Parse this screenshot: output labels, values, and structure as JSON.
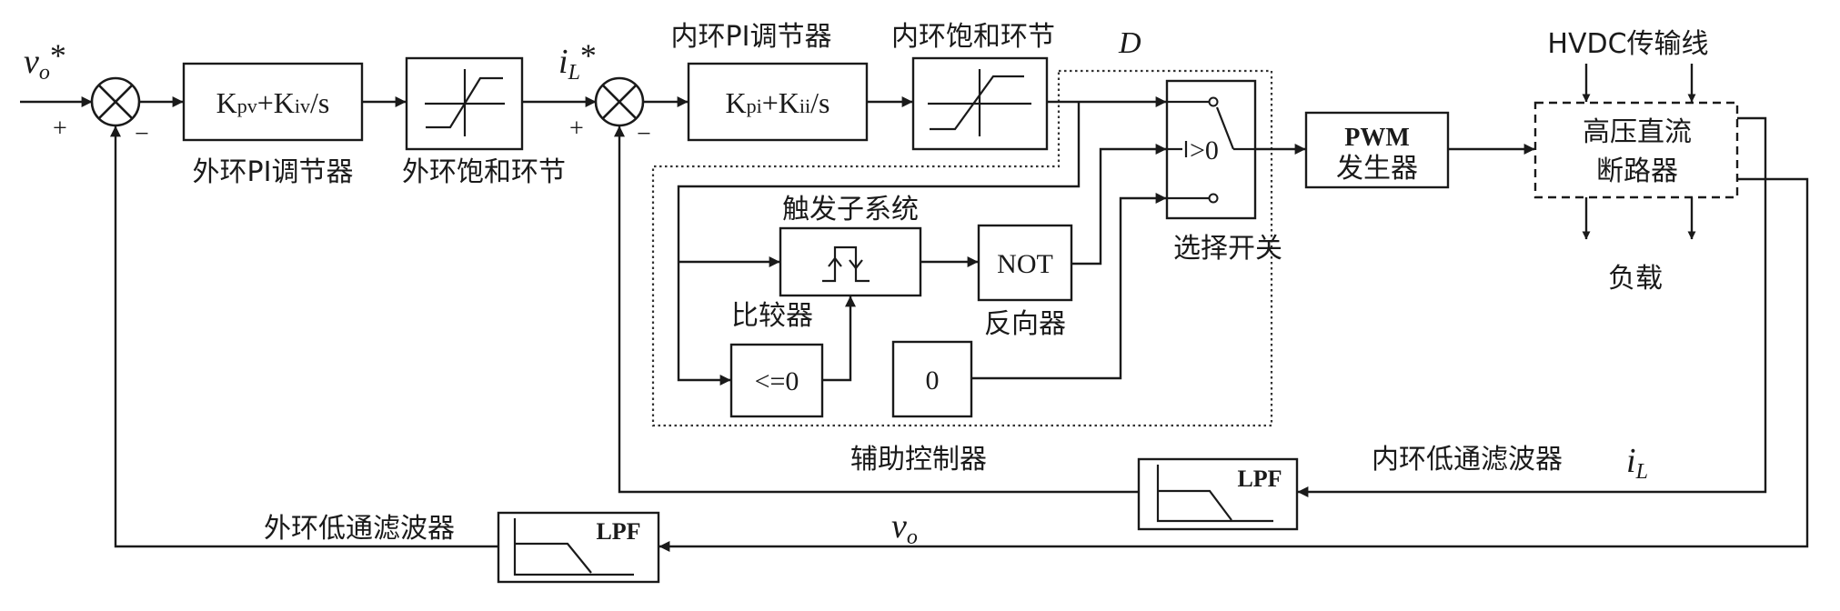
{
  "signals": {
    "vo_ref": "v",
    "vo_ref_sub": "o",
    "vo_ref_star": "*",
    "il_ref": "i",
    "il_ref_sub": "L",
    "il_ref_star": "*",
    "duty": "D",
    "vo_feedback": "v",
    "vo_feedback_sub": "o",
    "il_feedback": "i",
    "il_feedback_sub": "L"
  },
  "summing_junction_signs": {
    "outer_plus": "+",
    "outer_minus": "−",
    "inner_plus": "+",
    "inner_minus": "−"
  },
  "outer_pi": {
    "text_k1": "K",
    "text_sub1": "pv",
    "text_mid": "+K",
    "text_sub2": "iv",
    "text_tail": "/s",
    "label": "外环PI调节器"
  },
  "outer_saturation": {
    "label": "外环饱和环节"
  },
  "inner_pi": {
    "text_k1": "K",
    "text_sub1": "pi",
    "text_mid": "+K",
    "text_sub2": "ii",
    "text_tail": "/s",
    "label": "内环PI调节器"
  },
  "inner_saturation": {
    "label": "内环饱和环节"
  },
  "selector_switch": {
    "condition": ">0",
    "label": "选择开关"
  },
  "pwm": {
    "line1": "PWM",
    "line2": "发生器"
  },
  "breaker": {
    "line1": "高压直流",
    "line2": "断路器",
    "input_label": "HVDC传输线",
    "output_label": "负载"
  },
  "aux_controller": {
    "label": "辅助控制器",
    "trigger_label": "触发子系统",
    "comparator_label": "比较器",
    "comparator_text": "<=0",
    "inverter_text": "NOT",
    "inverter_label": "反向器",
    "constant_text": "0"
  },
  "inner_lpf": {
    "text": "LPF",
    "label": "内环低通滤波器"
  },
  "outer_lpf": {
    "text": "LPF",
    "label": "外环低通滤波器"
  }
}
